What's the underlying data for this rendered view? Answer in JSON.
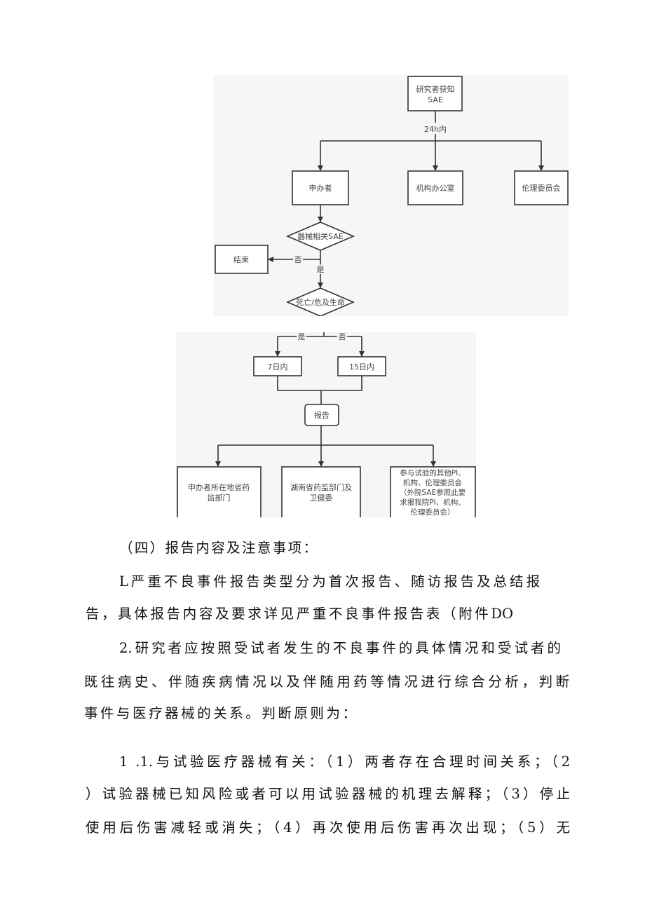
{
  "flowchart_top": {
    "start": [
      "研究者获知",
      "SAE"
    ],
    "within_24h": "24h内",
    "sponsor": "申办者",
    "institution_office": "机构办公室",
    "ethics_committee": "伦理委员会",
    "decision_device_related": "器械相关SAE",
    "end": "结束",
    "no": "否",
    "yes": "是",
    "decision_death": "死亡/危及生命"
  },
  "flowchart_bottom": {
    "yes": "是",
    "no": "否",
    "within_7_days": "7日内",
    "within_15_days": "15日内",
    "report": "报告",
    "sponsor_province_fda": [
      "申办者所在地省药",
      "监部门"
    ],
    "hunan_fda": [
      "湖南省药监部门及",
      "卫健委"
    ],
    "other_parties": [
      "参与试验的其他PI、",
      "机构、伦理委员会",
      "（外院SAE参照此要",
      "求报我院PI、机构、",
      "伦理委员会）"
    ]
  },
  "document": {
    "heading": "（四）报告内容及注意事项：",
    "para1": [
      "L严重不良事件报告类型分为首次报告、随访报告及总结报",
      "告，具体报告内容及要求详见严重不良事件报告表（附件DO"
    ],
    "para2": [
      "2.研究者应按照受试者发生的不良事件的具体情况和受试者的",
      "既往病史、伴随疾病情况以及伴随用药等情况进行综合分析，判断",
      "事件与医疗器械的关系。判断原则为："
    ],
    "para3": [
      "1 .1.与试验医疗器械有关：（1）两者存在合理时间关系；（2",
      "）试验器械已知风险或者可以用试验器械的机理去解释；（3）停止",
      "使用后伤害减轻或消失；（4）再次使用后伤害再次出现；（5）无"
    ]
  }
}
